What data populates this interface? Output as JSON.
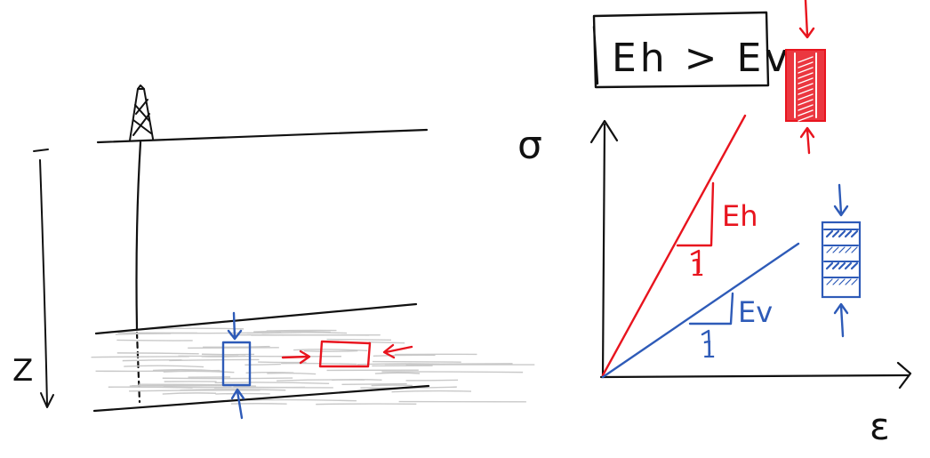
{
  "colors": {
    "ink": "#111111",
    "red": "#e8141e",
    "blue": "#2e5bb8",
    "shale": "#c9c9c9"
  },
  "labels": {
    "depth": "Z",
    "stress_axis": "σ",
    "strain_axis": "ε",
    "eh_slope": "Eh",
    "ev_slope": "Ev",
    "eh_run": "1",
    "ev_run": "1",
    "anisotropy_box": "Eh > Ev"
  },
  "chart_data": {
    "type": "line",
    "xlabel": "ε",
    "ylabel": "σ",
    "series": [
      {
        "name": "Eh",
        "color": "#e8141e"
      },
      {
        "name": "Ev",
        "color": "#2e5bb8"
      }
    ],
    "annotation": "Eh > Ev"
  }
}
